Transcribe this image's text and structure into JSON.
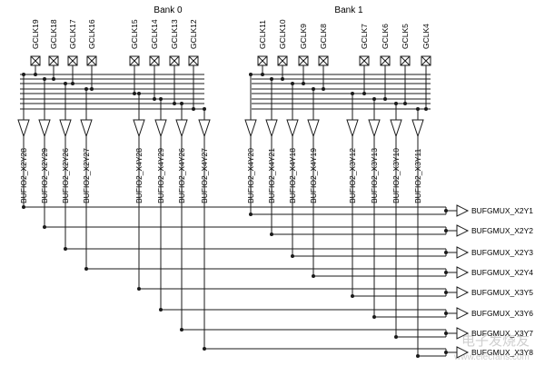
{
  "banks": [
    {
      "label": "Bank 0",
      "pins": [
        "GCLK19",
        "GCLK18",
        "GCLK17",
        "GCLK16",
        "GCLK15",
        "GCLK14",
        "GCLK13",
        "GCLK12"
      ],
      "buffers": [
        "BUFIO2_X2Y28",
        "BUFIO2_X2Y29",
        "BUFIO2_X2Y26",
        "BUFIO2_X2Y27",
        "BUFIO2_X4Y28",
        "BUFIO2_X4Y29",
        "BUFIO2_X4Y26",
        "BUFIO2_X4Y27"
      ]
    },
    {
      "label": "Bank 1",
      "pins": [
        "GCLK11",
        "GCLK10",
        "GCLK9",
        "GCLK8",
        "GCLK7",
        "GCLK6",
        "GCLK5",
        "GCLK4"
      ],
      "buffers": [
        "BUFIO2_X4Y20",
        "BUFIO2_X4Y21",
        "BUFIO2_X4Y18",
        "BUFIO2_X4Y19",
        "BUFIO2_X3Y12",
        "BUFIO2_X3Y13",
        "BUFIO2_X3Y10",
        "BUFIO2_X3Y11"
      ]
    }
  ],
  "muxes": [
    "BUFGMUX_X2Y1",
    "BUFGMUX_X2Y2",
    "BUFGMUX_X2Y3",
    "BUFGMUX_X2Y4",
    "BUFGMUX_X3Y5",
    "BUFGMUX_X3Y6",
    "BUFGMUX_X3Y7",
    "BUFGMUX_X3Y8"
  ],
  "watermark": "电子发烧友",
  "watermark_url": "www.elecfans.com"
}
